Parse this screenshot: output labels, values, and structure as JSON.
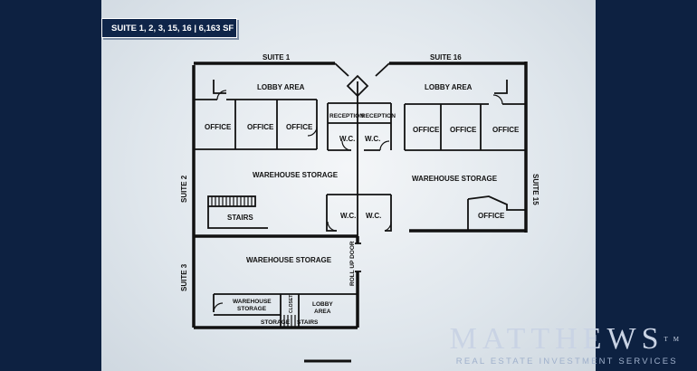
{
  "header": {
    "badge": "SUITE 1, 2, 3, 15, 16 | 6,163 SF"
  },
  "suites": {
    "suite1": "SUITE 1",
    "suite16": "SUITE 16",
    "suite2": "SUITE 2",
    "suite15": "SUITE 15",
    "suite3": "SUITE 3"
  },
  "rooms": {
    "lobby_left": "LOBBY AREA",
    "lobby_right": "LOBBY AREA",
    "office_1": "OFFICE",
    "office_2": "OFFICE",
    "office_3": "OFFICE",
    "reception_1": "RECEPTION",
    "reception_2": "RECEPTION",
    "wc_1": "W.C.",
    "wc_2": "W.C.",
    "office_4": "OFFICE",
    "office_5": "OFFICE",
    "office_6": "OFFICE",
    "warehouse_left": "WAREHOUSE STORAGE",
    "warehouse_right": "WAREHOUSE STORAGE",
    "stairs_upper": "STAIRS",
    "wc_3": "W.C.",
    "wc_4": "W.C.",
    "office_7": "OFFICE",
    "warehouse_lower": "WAREHOUSE STORAGE",
    "roll_up_door": "ROLL UP DOOR",
    "warehouse_storage_small_1": "WAREHOUSE",
    "warehouse_storage_small_2": "STORAGE",
    "closet": "CLOSET",
    "lobby_lower_1": "LOBBY",
    "lobby_lower_2": "AREA",
    "storage": "STORAGE",
    "stairs_lower": "STAIRS"
  },
  "brand": {
    "name": "MATTHEWS",
    "trademark": "TM",
    "tagline": "REAL ESTATE INVESTMENT SERVICES"
  },
  "colors": {
    "navy": "#0d2141",
    "badge": "#0f2549",
    "wall": "#111111",
    "logo": "#c9d3e4"
  }
}
